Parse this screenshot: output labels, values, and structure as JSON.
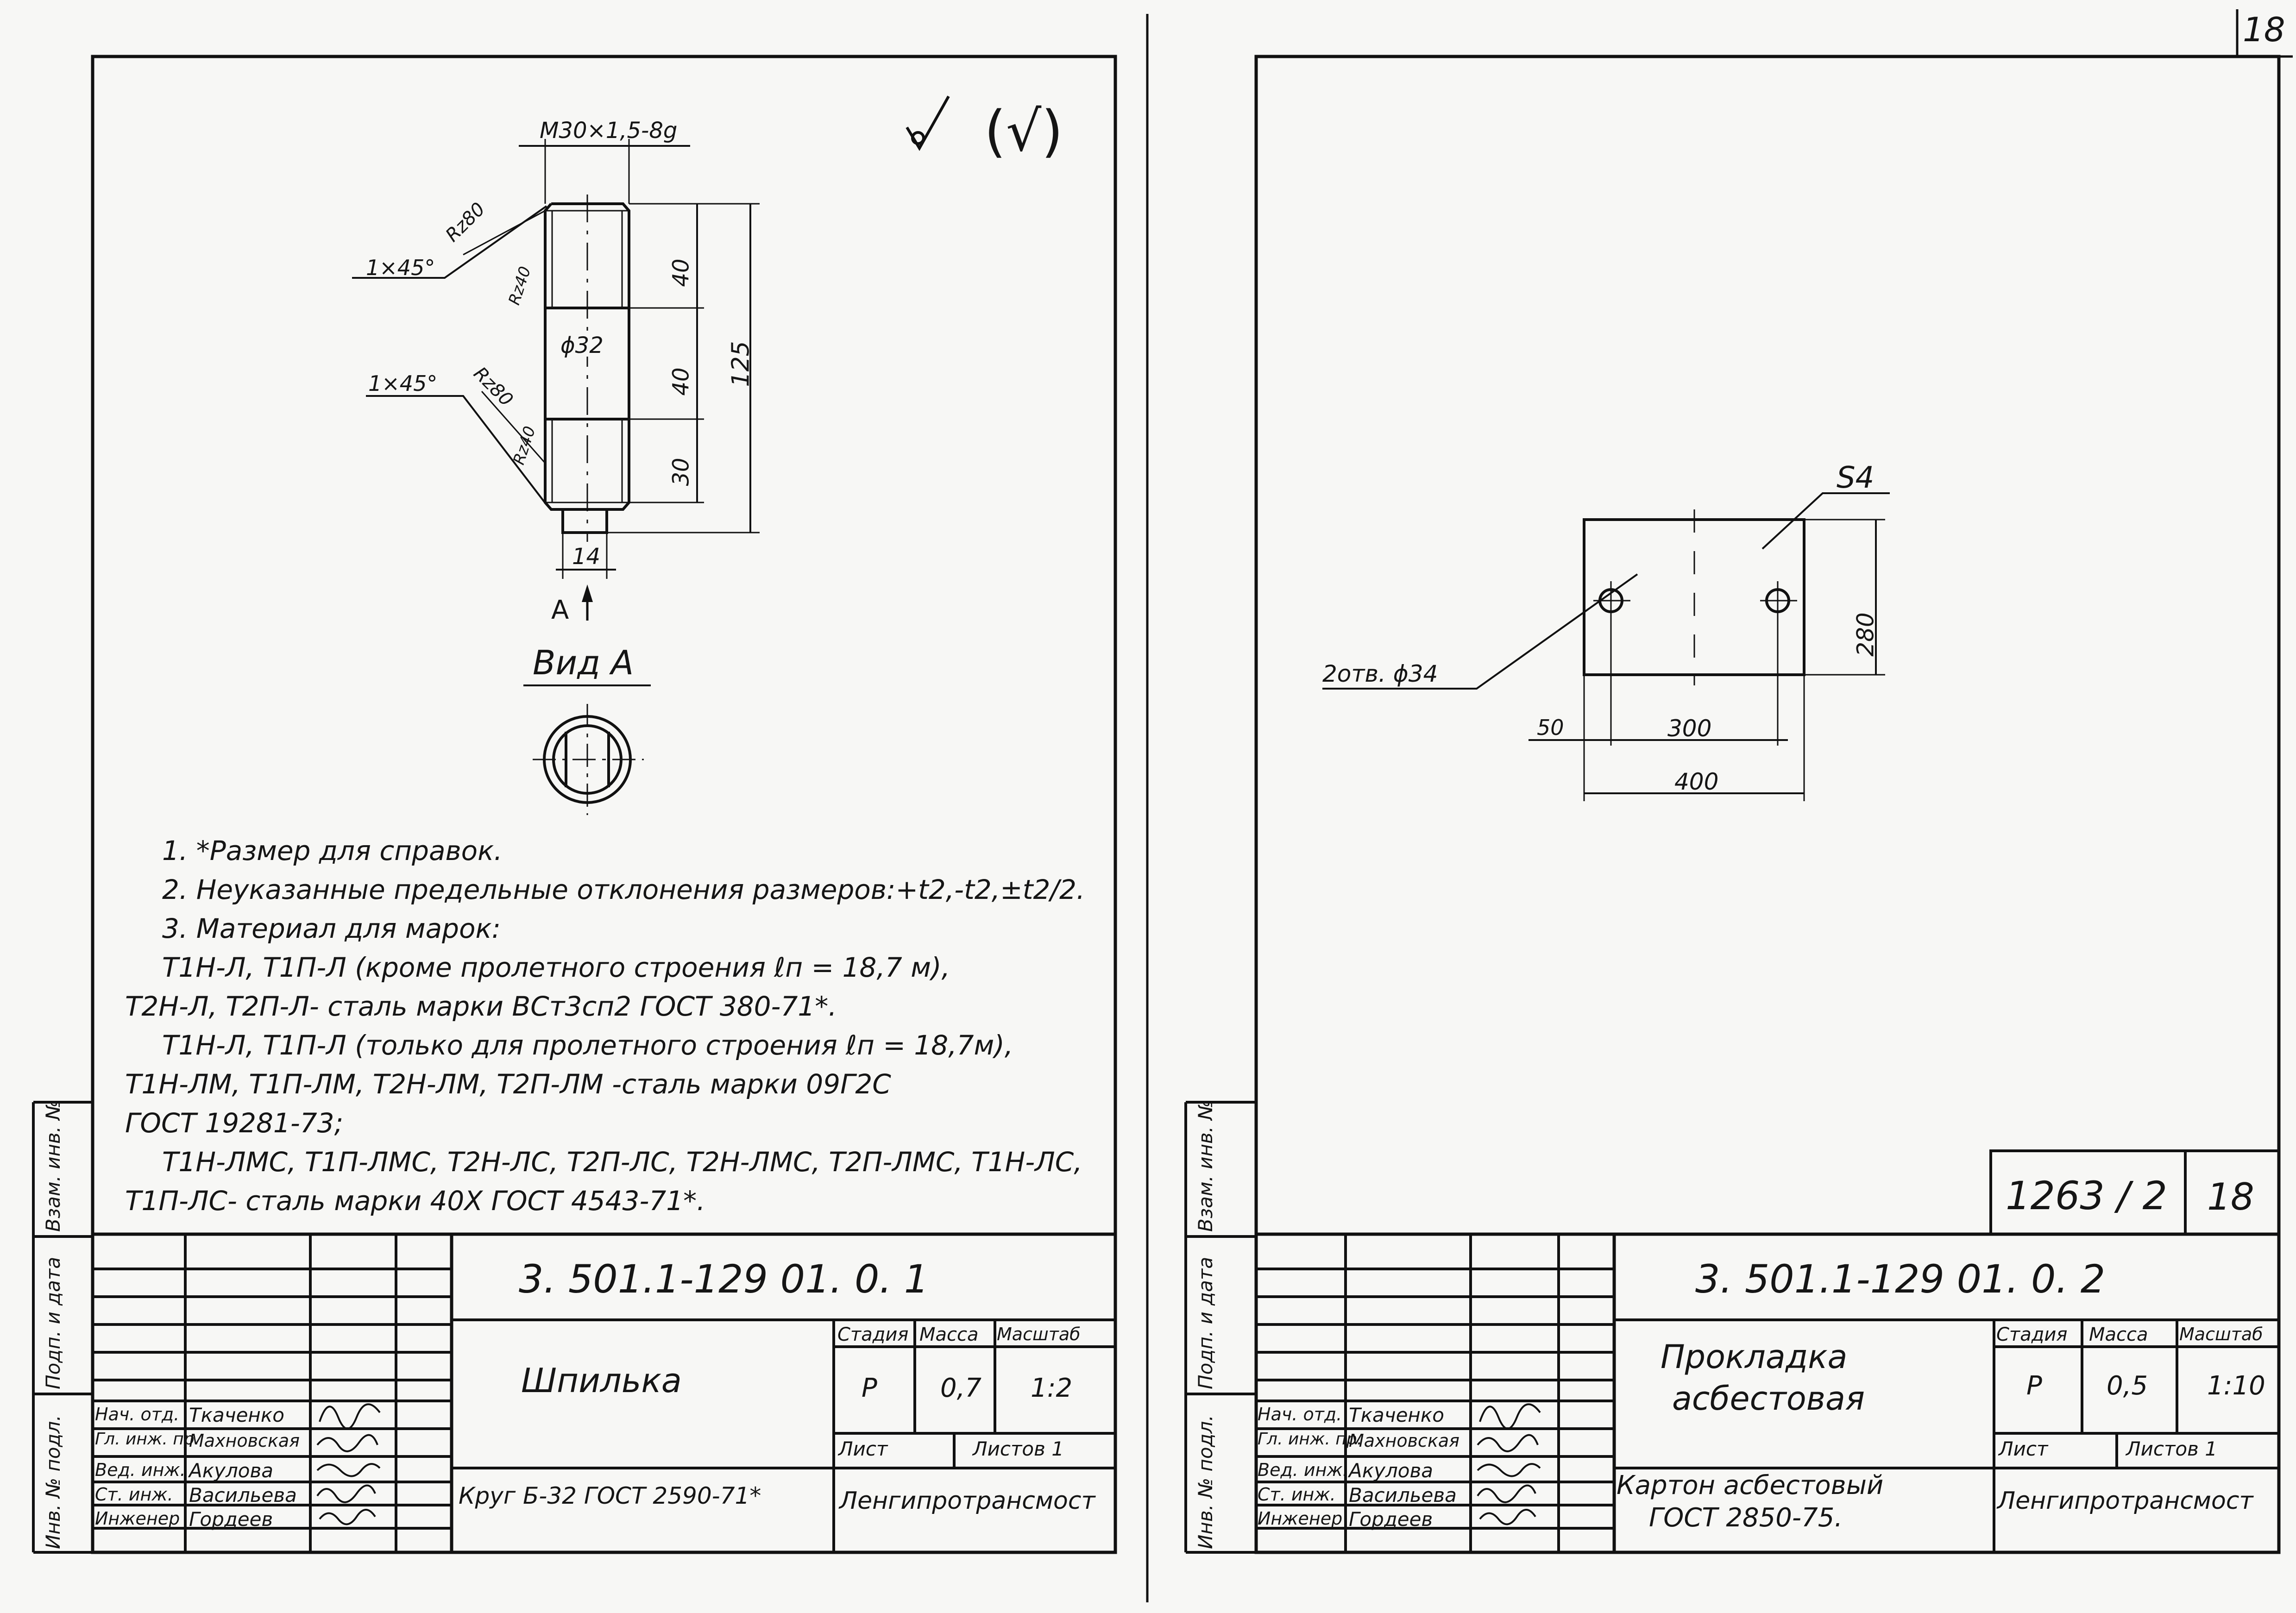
{
  "page_number": "18",
  "left_sheet": {
    "roughness_symbol": "(√)",
    "thread_label": "M30×1,5-8g",
    "roughness_labels": [
      "Rz80",
      "Rz40",
      "Rz80",
      "Rz40"
    ],
    "chamfer_labels": [
      "1×45°",
      "1×45°"
    ],
    "diameter_label": "ϕ32",
    "dims": {
      "seg1": "40",
      "seg2": "40",
      "seg3": "30",
      "total": "125",
      "neck": "14"
    },
    "view_arrow_label": "A",
    "view_title": "Вид А",
    "notes": [
      "1. *Размер для справок.",
      "2. Неуказанные предельные отклонения размеров:+t2,-t2,±t2/2.",
      "3. Материал для марок:",
      "Т1Н-Л, Т1П-Л (кроме пролетного строения ℓп = 18,7 м),",
      "Т2Н-Л, Т2П-Л- сталь марки ВСт3сп2 ГОСТ 380-71*.",
      "Т1Н-Л, Т1П-Л (только для пролетного строения ℓп = 18,7м),",
      "Т1Н-ЛМ, Т1П-ЛМ, Т2Н-ЛМ, Т2П-ЛМ -сталь марки 09Г2С",
      "ГОСТ 19281-73;",
      "Т1Н-ЛМС, Т1П-ЛМС, Т2Н-ЛС, Т2П-ЛС, Т2Н-ЛМС, Т2П-ЛМС, Т1Н-ЛС,",
      "Т1П-ЛС- сталь марки 40Х ГОСТ 4543-71*."
    ],
    "title_block": {
      "designation": "3. 501.1-129   01. 0. 1",
      "part_name": "Шпилька",
      "material": "Круг Б-32 ГОСТ 2590-71*",
      "stage_header": "Стадия",
      "mass_header": "Масса",
      "scale_header": "Масштаб",
      "stage": "Р",
      "mass": "0,7",
      "scale": "1:2",
      "sheet_label": "Лист",
      "sheets_label": "Листов 1",
      "org": "Ленгипротрансмост",
      "roles": [
        "Нач. отд.",
        "Гл. инж. пр.",
        "Вед. инж.",
        "Ст. инж.",
        "Инженер"
      ],
      "names": [
        "Ткаченко",
        "Махновская",
        "Акулова",
        "Васильева",
        "Гордеев"
      ],
      "side_labels": [
        "Инв. № подл.",
        "Подп. и дата",
        "Взам. инв. №"
      ]
    }
  },
  "right_sheet": {
    "thickness_label": "S4",
    "holes_label": "2отв. ϕ34",
    "dims": {
      "height": "280",
      "edge": "50",
      "pitch": "300",
      "width": "400"
    },
    "stamp_number": "1263 / 2",
    "stamp_sheet": "18",
    "title_block": {
      "designation": "3. 501.1-129  01. 0. 2",
      "part_name_1": "Прокладка",
      "part_name_2": "асбестовая",
      "material_1": "Картон асбестовый",
      "material_2": "ГОСТ 2850-75.",
      "stage_header": "Стадия",
      "mass_header": "Масса",
      "scale_header": "Масштаб",
      "stage": "Р",
      "mass": "0,5",
      "scale": "1:10",
      "sheet_label": "Лист",
      "sheets_label": "Листов 1",
      "org": "Ленгипротрансмост",
      "roles": [
        "Нач. отд.",
        "Гл. инж. пр.",
        "Вед. инж.",
        "Ст. инж.",
        "Инженер"
      ],
      "names": [
        "Ткаченко",
        "Махновская",
        "Акулова",
        "Васильева",
        "Гордеев"
      ],
      "side_labels": [
        "Инв. № подл.",
        "Подп. и дата",
        "Взам. инв. №"
      ]
    }
  }
}
